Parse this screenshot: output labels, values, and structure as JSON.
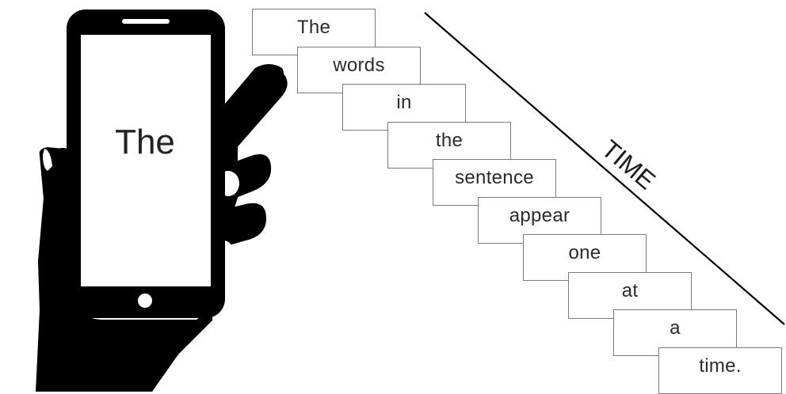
{
  "phone": {
    "screen_word": "The"
  },
  "time_label": "TIME",
  "words": [
    "The",
    "words",
    "in",
    "the",
    "sentence",
    "appear",
    "one",
    "at",
    "a",
    "time."
  ],
  "colors": {
    "ink": "#000000",
    "card_border": "#7a7a7a",
    "text": "#2b2b2b"
  }
}
